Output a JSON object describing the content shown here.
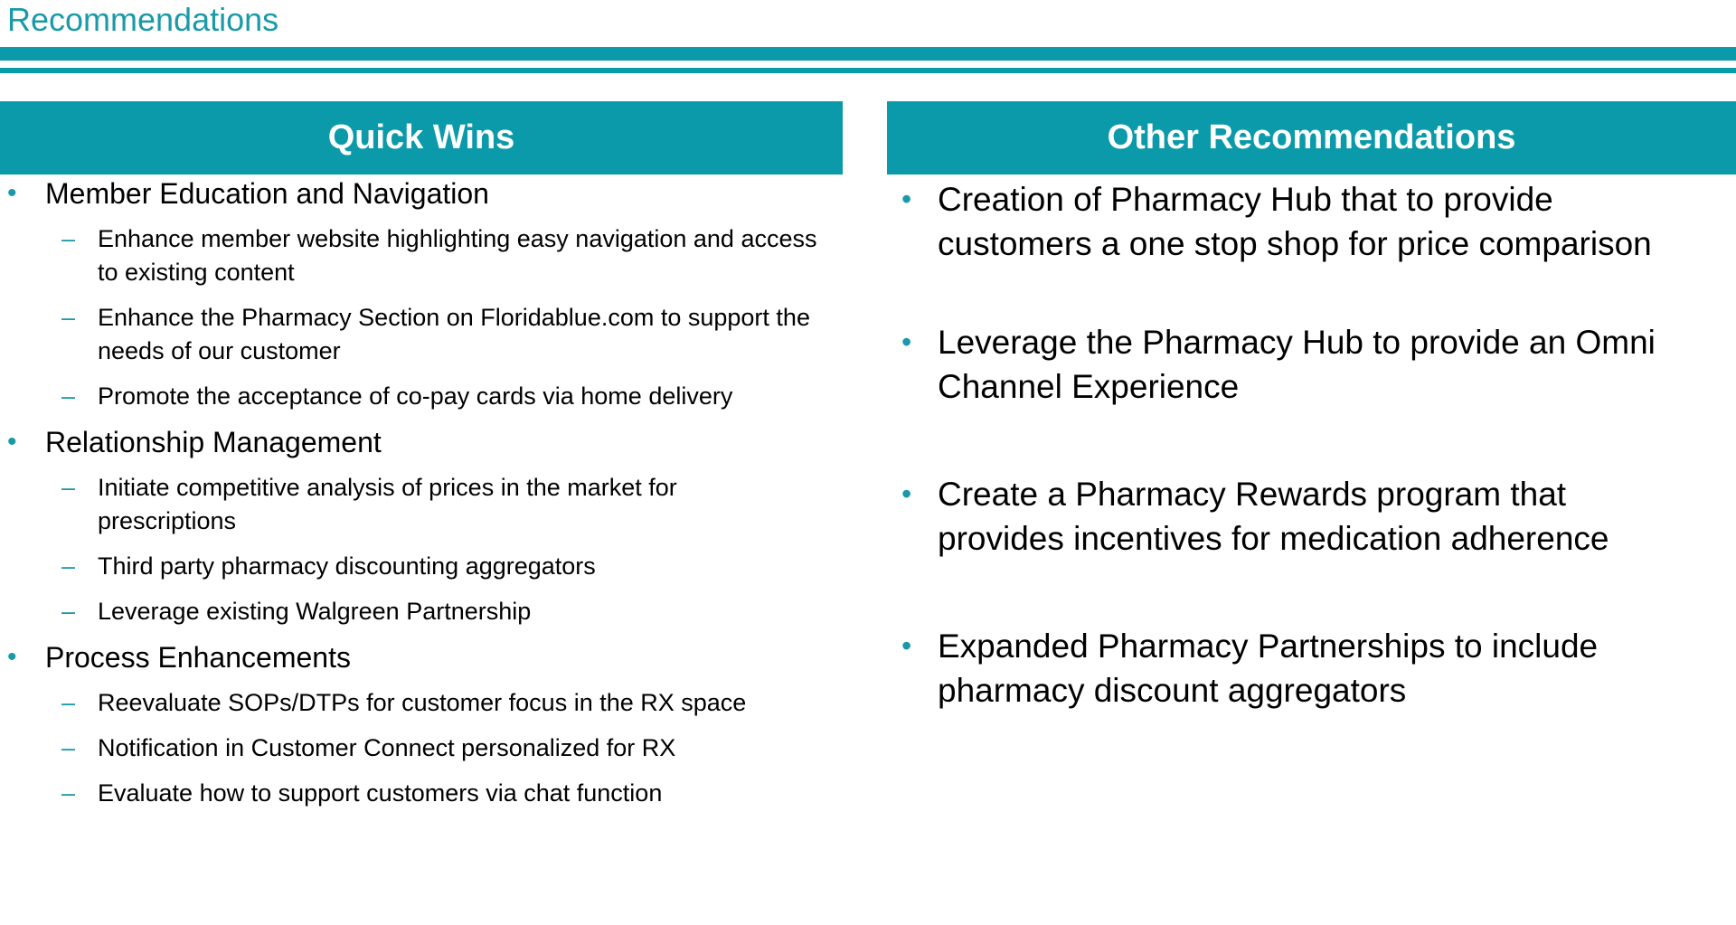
{
  "title": "Recommendations",
  "quick_wins": {
    "header": "Quick Wins",
    "groups": [
      {
        "label": "Member Education and Navigation",
        "items": [
          "Enhance member website highlighting easy navigation and access to existing content",
          "Enhance the Pharmacy Section on Floridablue.com to support the needs of our customer",
          "Promote the acceptance of  co-pay cards via home delivery"
        ]
      },
      {
        "label": "Relationship Management",
        "items": [
          "Initiate competitive analysis of prices in the market for prescriptions",
          "Third party pharmacy discounting aggregators",
          "Leverage existing Walgreen Partnership"
        ]
      },
      {
        "label": "Process Enhancements",
        "items": [
          "Reevaluate SOPs/DTPs for customer focus in the RX space",
          "Notification in Customer Connect personalized for RX",
          "Evaluate how to support customers via chat function"
        ]
      }
    ]
  },
  "other": {
    "header": "Other Recommendations",
    "items": [
      "Creation of  Pharmacy Hub that to provide customers a one stop shop for price comparison",
      "Leverage the Pharmacy Hub to provide an Omni Channel Experience",
      "Create a Pharmacy Rewards program that provides incentives for medication adherence",
      "Expanded Pharmacy Partnerships to include pharmacy discount aggregators"
    ]
  },
  "colors": {
    "accent": "#0b9aaa",
    "title": "#1a9aa8"
  }
}
